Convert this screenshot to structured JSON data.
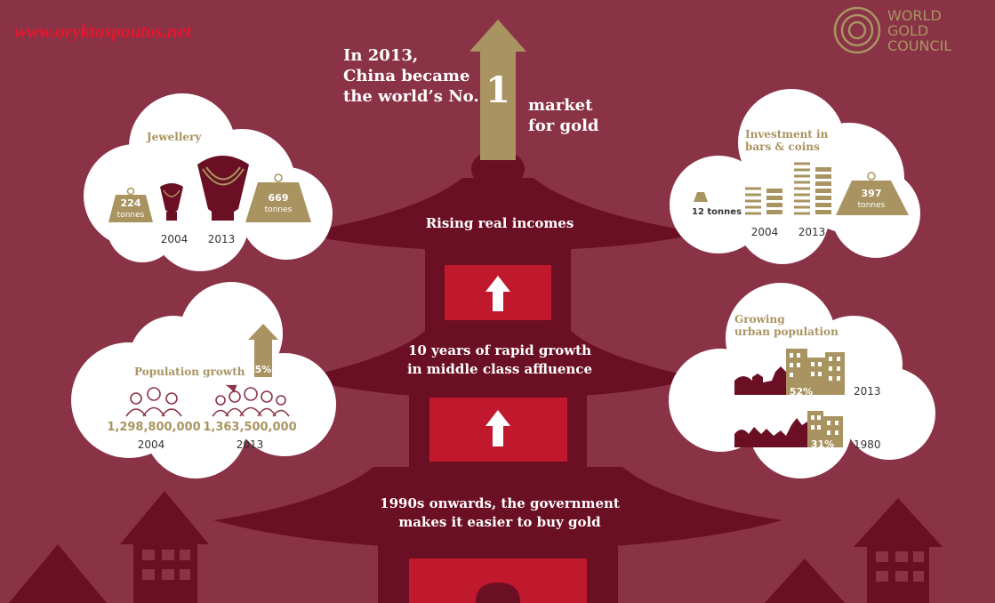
{
  "watermark": "www.oryktospoutos.net",
  "logo": {
    "line1": "WORLD",
    "line2": "GOLD",
    "line3": "COUNCIL"
  },
  "headline": {
    "line1": "In 2013,",
    "line2": "China became",
    "line3": "the world’s No.",
    "rank": "1",
    "tail1": "market",
    "tail2": "for gold"
  },
  "pagoda": {
    "tier1": "Rising real incomes",
    "tier2_line1": "10 years of rapid growth",
    "tier2_line2": "in middle class affluence",
    "tier3_line1": "1990s onwards, the government",
    "tier3_line2": "makes it easier to buy gold"
  },
  "jewellery": {
    "title": "Jewellery",
    "w2004_num": "224",
    "w2004_unit": "tonnes",
    "w2013_num": "669",
    "w2013_unit": "tonnes",
    "year_a": "2004",
    "year_b": "2013"
  },
  "investment": {
    "title1": "Investment in",
    "title2": "bars & coins",
    "w2004": "12 tonnes",
    "w2013_num": "397",
    "w2013_unit": "tonnes",
    "year_a": "2004",
    "year_b": "2013"
  },
  "population": {
    "title": "Population growth",
    "growth": "5%",
    "pop_a": "1,298,800,000",
    "year_a": "2004",
    "pop_b": "1,363,500,000",
    "year_b": "2013"
  },
  "urban": {
    "title1": "Growing",
    "title2": "urban population",
    "pct_a": "52%",
    "year_a": "2013",
    "pct_a_value": 52,
    "pct_b": "31%",
    "year_b": "1980",
    "pct_b_value": 31
  },
  "colors": {
    "background": "#8a3347",
    "dark_red": "#6b0f24",
    "bright_red": "#c0182d",
    "gold": "#a99461",
    "cloud": "#ffffff",
    "watermark": "#e8162b"
  }
}
